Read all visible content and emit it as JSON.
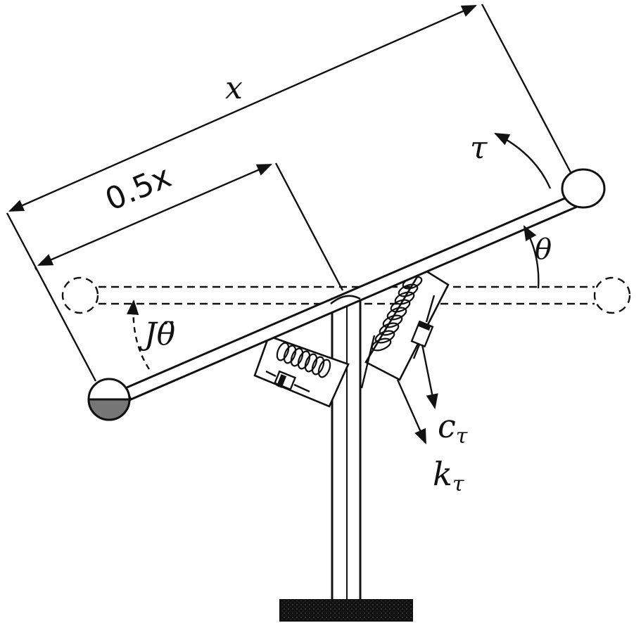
{
  "labels": {
    "length_full": "x",
    "length_half": "0.5x",
    "torque": "τ",
    "angle": "θ",
    "inertia_J": "J",
    "inertia_theta": "θ̈",
    "damping_c": "c",
    "damping_sub": "τ",
    "stiffness_k": "k",
    "stiffness_sub": "τ"
  },
  "colors": {
    "line": "#111111",
    "background": "#ffffff",
    "mass_fill": "#777777",
    "base_fill": "#111111"
  }
}
